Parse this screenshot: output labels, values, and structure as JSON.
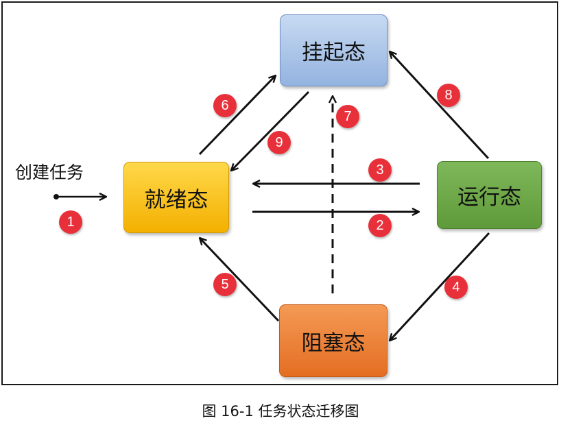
{
  "states": {
    "suspended": "挂起态",
    "ready": "就绪态",
    "running": "运行态",
    "blocked": "阻塞态"
  },
  "create_task_label": "创建任务",
  "transitions": [
    {
      "badge": "1",
      "from": "创建任务",
      "to": "就绪态"
    },
    {
      "badge": "2",
      "from": "就绪态",
      "to": "运行态"
    },
    {
      "badge": "3",
      "from": "运行态",
      "to": "就绪态"
    },
    {
      "badge": "4",
      "from": "运行态",
      "to": "阻塞态"
    },
    {
      "badge": "5",
      "from": "阻塞态",
      "to": "就绪态"
    },
    {
      "badge": "6",
      "from": "就绪态",
      "to": "挂起态"
    },
    {
      "badge": "7",
      "from": "阻塞态",
      "to": "挂起态",
      "style": "dashed"
    },
    {
      "badge": "8",
      "from": "运行态",
      "to": "挂起态"
    },
    {
      "badge": "9",
      "from": "挂起态",
      "to": "就绪态"
    }
  ],
  "caption": "图 16-1 任务状态迁移图",
  "colors": {
    "suspended": "#a8c4ea",
    "ready": "#f8c21c",
    "running": "#6ea84a",
    "blocked": "#ec7c30",
    "badge": "#e8303a"
  }
}
